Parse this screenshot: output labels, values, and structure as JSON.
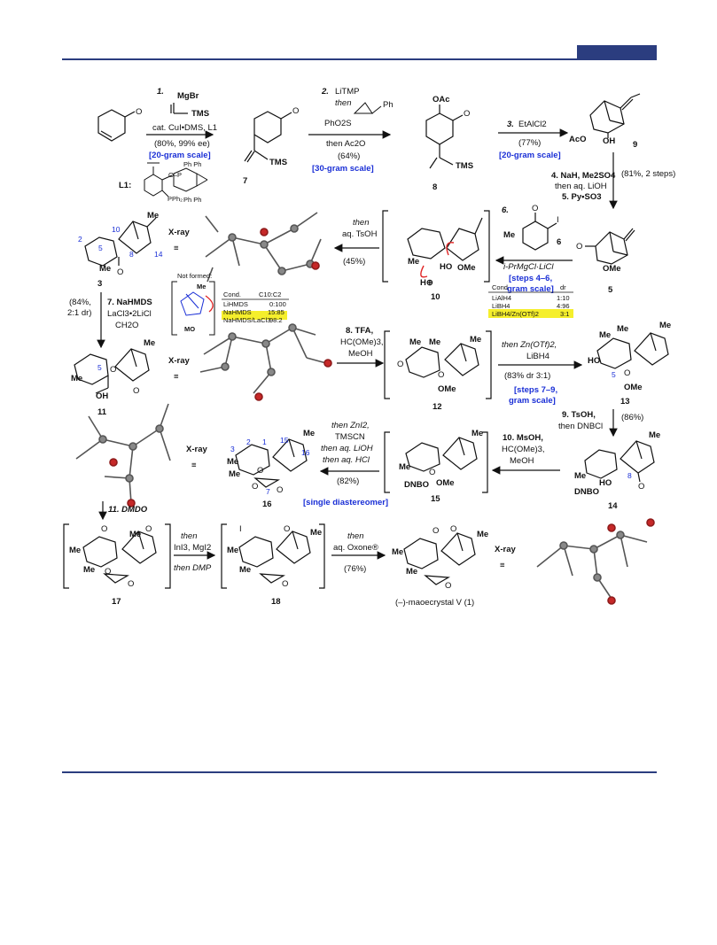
{
  "header": {
    "accent_color": "#2b3d7f"
  },
  "steps": {
    "s1": {
      "num": "1.",
      "reagent": "MgBr",
      "tms": "TMS",
      "cond": "cat. CuI•DMS, L1",
      "yield": "(80%, 99% ee)",
      "scale": "[20-gram scale]",
      "ligand": "L1:"
    },
    "s2": {
      "num": "2.",
      "reagent": "LiTMP",
      "then": "then",
      "aux": "PhO2S",
      "cond2": "then Ac2O",
      "yield": "(64%)",
      "scale": "[30-gram scale]"
    },
    "s3": {
      "num": "3.",
      "reagent": "EtAlCl2",
      "yield": "(77%)",
      "scale": "[20-gram scale]"
    },
    "s4": {
      "line1": "4. NaH, Me2SO4",
      "line2": "then aq. LiOH",
      "line3": "5. Py•SO3",
      "yield": "(81%, 2 steps)"
    },
    "s6": {
      "num": "6.",
      "reagent": "i-PrMgCl·LiCl",
      "scale1": "[steps 4–6,",
      "scale2": "gram scale]"
    },
    "s_tsoh": {
      "line1": "then",
      "line2": "aq. TsOH",
      "yield": "(45%)"
    },
    "s7": {
      "line1": "7. NaHMDS",
      "line2": "LaCl3•2LiCl",
      "line3": "CH2O",
      "yield1": "(84%,",
      "yield2": "2:1 dr)",
      "notformed": "Not formed:"
    },
    "s8": {
      "line1": "8. TFA,",
      "line2": "HC(OMe)3,",
      "line3": "MeOH"
    },
    "s_red": {
      "line1": "then Zn(OTf)2,",
      "line2": "LiBH4",
      "yield": "(83% dr 3:1)",
      "scale1": "[steps 7–9,",
      "scale2": "gram scale]"
    },
    "s9": {
      "line1": "9. TsOH,",
      "line2": "then DNBCl",
      "yield": "(86%)"
    },
    "s10": {
      "line1": "10. MsOH,",
      "line2": "HC(OMe)3,",
      "line3": "MeOH"
    },
    "s_zn": {
      "line1": "then ZnI2,",
      "line2": "TMSCN",
      "line3": "then aq. LiOH",
      "line4": "then aq. HCl",
      "yield": "(82%)",
      "scale": "[single diastereomer]"
    },
    "s11": {
      "label": "11. DMDO"
    },
    "s_in": {
      "line1": "then",
      "line2": "InI3, MgI2",
      "line3": "then DMP"
    },
    "s_ox": {
      "line1": "then",
      "line2": "aq. Oxone®",
      "yield": "(76%)"
    }
  },
  "compounds": {
    "c3": "3",
    "c5": "5",
    "c6": "6",
    "c7": "7",
    "c8": "8",
    "c9": "9",
    "c10": "10",
    "c11": "11",
    "c12": "12",
    "c13": "13",
    "c14": "14",
    "c15": "15",
    "c16": "16",
    "c17": "17",
    "c18": "18",
    "product": "(–)-maoecrystal V (1)"
  },
  "xray_label": "X-ray",
  "table1": {
    "headers": [
      "Cond.",
      "C10:C2"
    ],
    "rows": [
      [
        "LiHMDS",
        "0:100"
      ],
      [
        "NaHMDS",
        "15:85"
      ],
      [
        "NaHMDS/LaCl3",
        "98:2"
      ]
    ]
  },
  "table2": {
    "headers": [
      "Cond.",
      "dr"
    ],
    "rows": [
      [
        "LiAlH4",
        "1:10"
      ],
      [
        "LiBH4",
        "4:96"
      ],
      [
        "LiBH4/Zn(OTf)2",
        "3:1"
      ]
    ]
  },
  "highlight_color": "#f5ef2c",
  "scale_color": "#1a2fd6"
}
